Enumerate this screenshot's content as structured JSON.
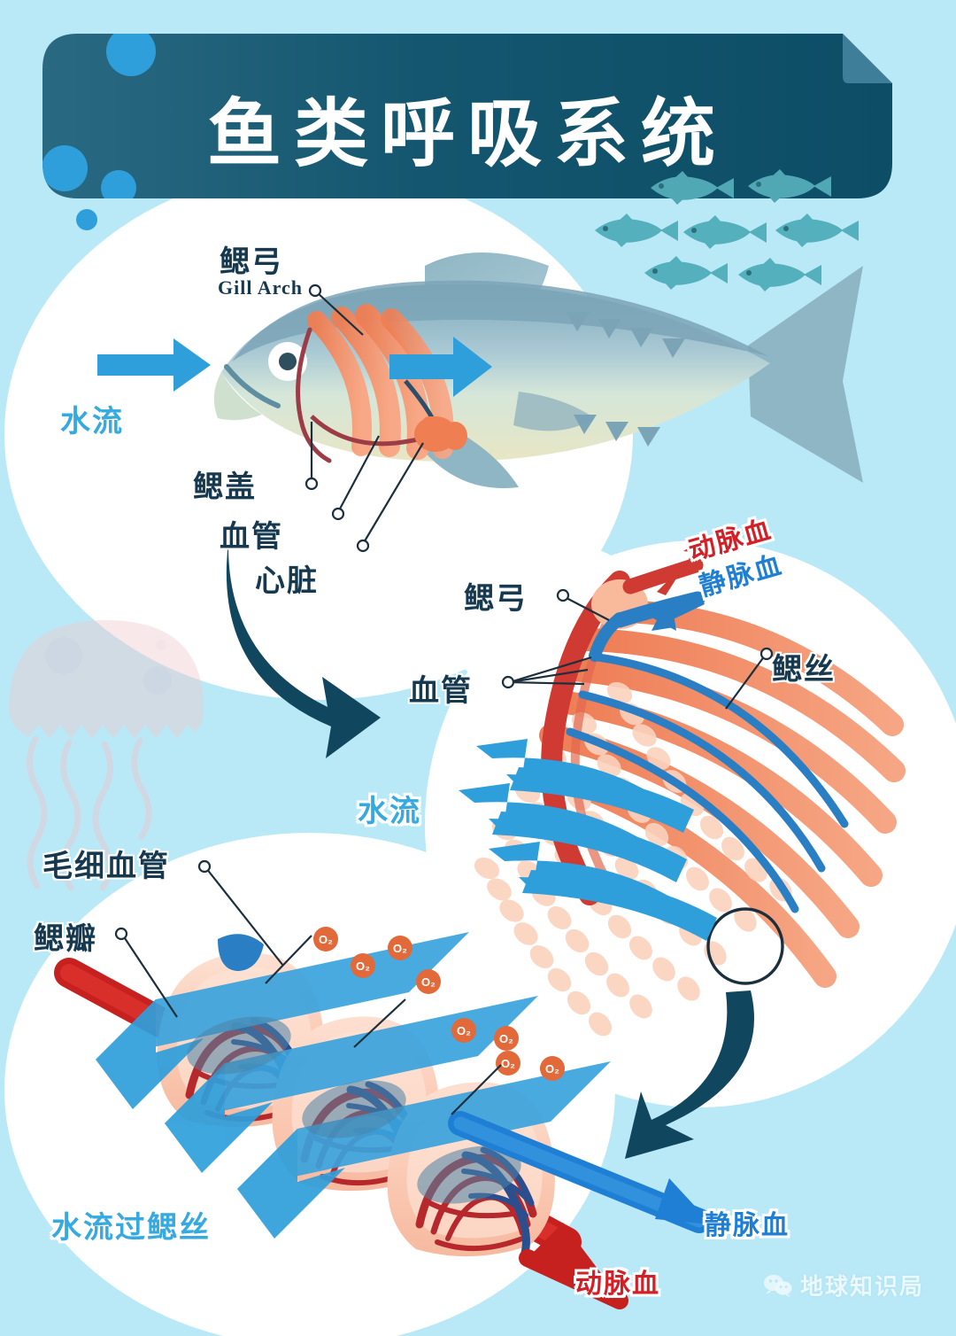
{
  "banner": {
    "title": "鱼类呼吸系统",
    "bg_color": "#12556f",
    "bubble_color": "#2e9fdb"
  },
  "colors": {
    "background": "#b9e9f7",
    "panel": "#ffffff",
    "navy_text": "#16394f",
    "cyan_text": "#35a9e0",
    "artery_red": "#d32027",
    "vein_blue": "#1f7fd4",
    "gill_orange": "#f0825c",
    "water_arrow_blue": "#2e9fdb",
    "fish_body": "#8fb6c4",
    "jellyfish_pink": "#f6d8d9",
    "oxygen_orange": "#e2693a"
  },
  "section_fish": {
    "labels": {
      "gill_arch_cn": "鳃弓",
      "gill_arch_en": "Gill Arch",
      "operculum": "鳃盖",
      "blood_vessel": "血管",
      "heart": "心脏",
      "water_flow": "水流"
    }
  },
  "section_filament": {
    "labels": {
      "gill_arch": "鳃弓",
      "blood_vessel": "血管",
      "gill_filament": "鳃丝",
      "water_flow": "水流",
      "arterial_blood": "动脉血",
      "venous_blood": "静脉血"
    }
  },
  "section_lamella": {
    "labels": {
      "capillary": "毛细血管",
      "lamella": "鳃瓣",
      "water_over_filament": "水流过鳃丝",
      "venous_blood": "静脉血",
      "arterial_blood": "动脉血",
      "oxygen": "O₂"
    }
  },
  "watermark": {
    "text": "地球知识局",
    "icon": "wechat-icon"
  }
}
